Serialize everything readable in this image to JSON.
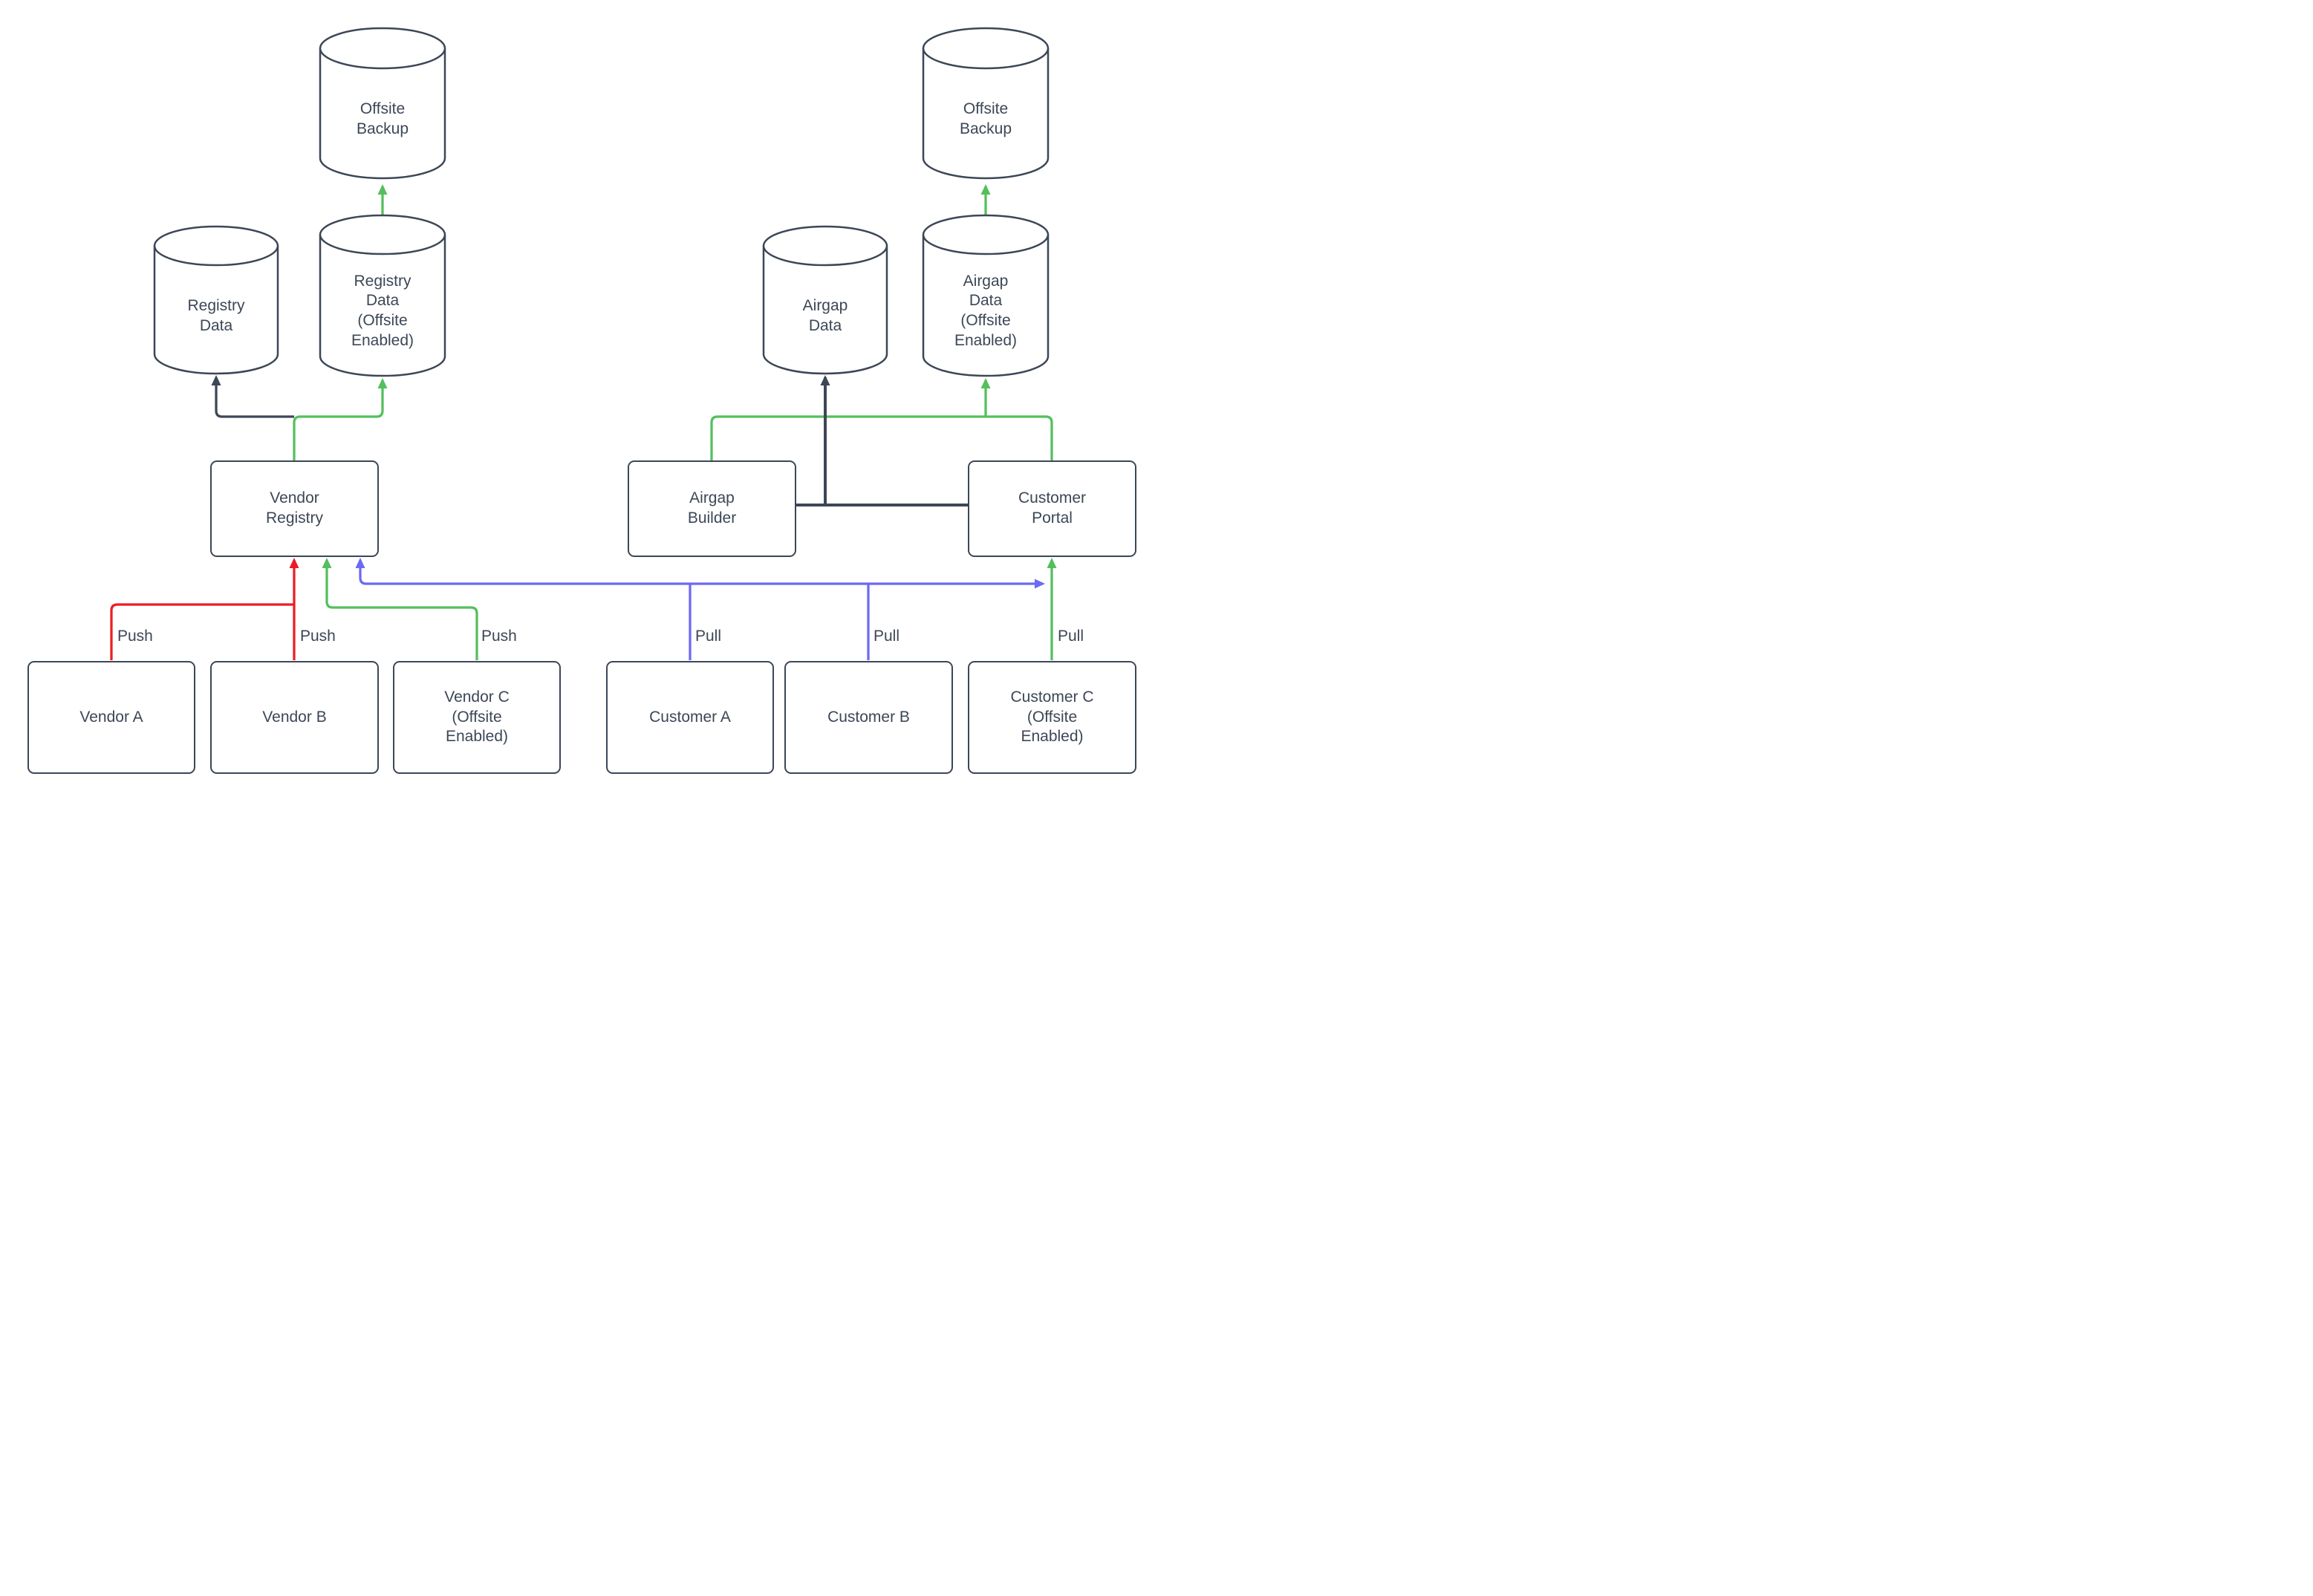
{
  "diagram": {
    "colors": {
      "dark": "#3c4756",
      "red": "#ea1d25",
      "green": "#53bf5d",
      "blue": "#6c69f5"
    },
    "nodes": {
      "offsite_backup_left": {
        "label": "Offsite\nBackup"
      },
      "registry_data": {
        "label": "Registry\nData"
      },
      "registry_data_offsite": {
        "label": "Registry\nData\n(Offsite\nEnabled)"
      },
      "vendor_registry": {
        "label": "Vendor\nRegistry"
      },
      "vendor_a": {
        "label": "Vendor A"
      },
      "vendor_b": {
        "label": "Vendor B"
      },
      "vendor_c": {
        "label": "Vendor C\n(Offsite\nEnabled)"
      },
      "offsite_backup_right": {
        "label": "Offsite\nBackup"
      },
      "airgap_data": {
        "label": "Airgap\nData"
      },
      "airgap_data_offsite": {
        "label": "Airgap\nData\n(Offsite\nEnabled)"
      },
      "airgap_builder": {
        "label": "Airgap\nBuilder"
      },
      "customer_portal": {
        "label": "Customer\nPortal"
      },
      "customer_a": {
        "label": "Customer A"
      },
      "customer_b": {
        "label": "Customer B"
      },
      "customer_c": {
        "label": "Customer C\n(Offsite\nEnabled)"
      }
    },
    "edge_labels": {
      "push_a": "Push",
      "push_b": "Push",
      "push_c": "Push",
      "pull_a": "Pull",
      "pull_b": "Pull",
      "pull_c": "Pull"
    }
  }
}
